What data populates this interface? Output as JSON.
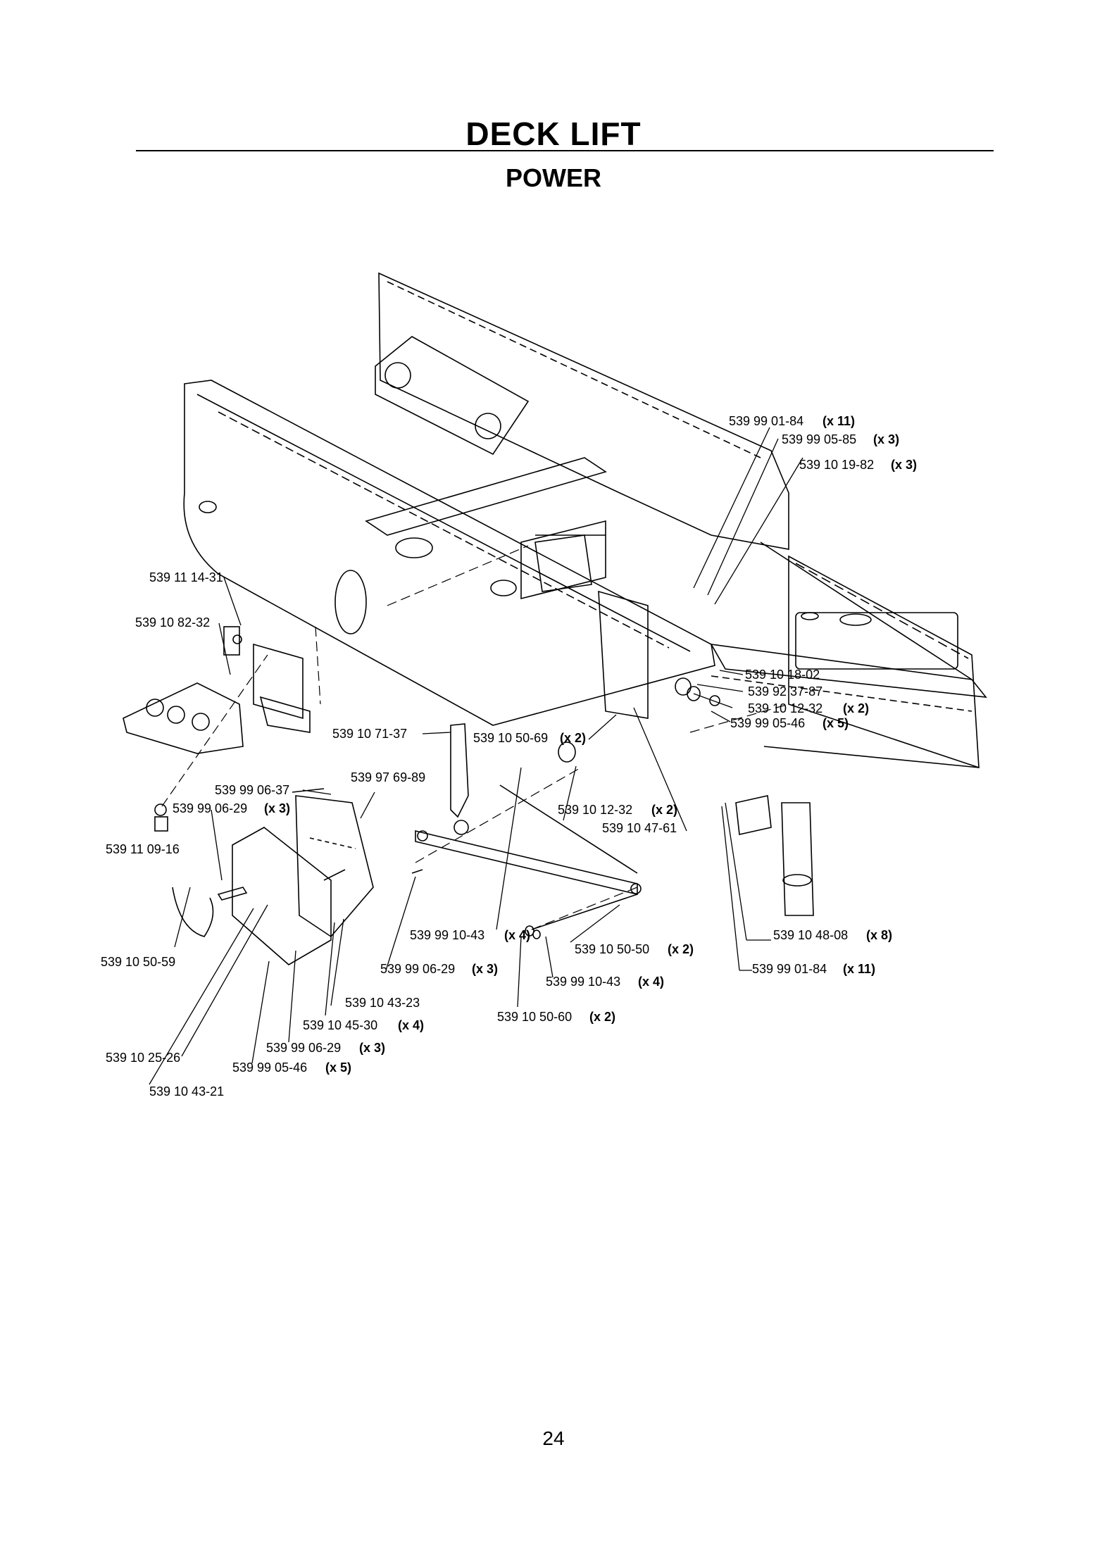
{
  "header": {
    "title": "DECK LIFT",
    "subtitle": "POWER"
  },
  "callouts": [
    {
      "id": "c1",
      "label": "539 99 01-84",
      "qty": "(x 11)"
    },
    {
      "id": "c2",
      "label": "539 99 05-85",
      "qty": "(x 3)"
    },
    {
      "id": "c3",
      "label": "539 10 19-82",
      "qty": "(x 3)"
    },
    {
      "id": "c4",
      "label": "539 11 14-31",
      "qty": ""
    },
    {
      "id": "c5",
      "label": "539 10 82-32",
      "qty": ""
    },
    {
      "id": "c6",
      "label": "539 10 18-02",
      "qty": ""
    },
    {
      "id": "c7",
      "label": "539 92 37-87",
      "qty": ""
    },
    {
      "id": "c8",
      "label": "539 10 12-32",
      "qty": "(x 2)"
    },
    {
      "id": "c9",
      "label": "539 99 05-46",
      "qty": "(x 5)"
    },
    {
      "id": "c10",
      "label": "539 10 71-37",
      "qty": ""
    },
    {
      "id": "c11",
      "label": "539 10 50-69",
      "qty": "(x 2)"
    },
    {
      "id": "c12",
      "label": "539 97 69-89",
      "qty": ""
    },
    {
      "id": "c13",
      "label": "539 99 06-37",
      "qty": ""
    },
    {
      "id": "c14",
      "label": "539 99 06-29",
      "qty": "(x 3)"
    },
    {
      "id": "c15",
      "label": "539 10 12-32",
      "qty": "(x 2)"
    },
    {
      "id": "c16",
      "label": "539 10 47-61",
      "qty": ""
    },
    {
      "id": "c17",
      "label": "539 11 09-16",
      "qty": ""
    },
    {
      "id": "c18",
      "label": "539 99 10-43",
      "qty": "(x 4)"
    },
    {
      "id": "c19",
      "label": "539 10 50-50",
      "qty": "(x 2)"
    },
    {
      "id": "c20",
      "label": "539 10 48-08",
      "qty": "(x 8)"
    },
    {
      "id": "c21",
      "label": "539 99 01-84",
      "qty": "(x 11)"
    },
    {
      "id": "c22",
      "label": "539 10 50-59",
      "qty": ""
    },
    {
      "id": "c23",
      "label": "539 99 06-29",
      "qty": "(x 3)"
    },
    {
      "id": "c24",
      "label": "539 99 10-43",
      "qty": "(x 4)"
    },
    {
      "id": "c25",
      "label": "539 10 43-23",
      "qty": ""
    },
    {
      "id": "c26",
      "label": "539 10 50-60",
      "qty": "(x 2)"
    },
    {
      "id": "c27",
      "label": "539 10 45-30",
      "qty": "(x 4)"
    },
    {
      "id": "c28",
      "label": "539 99 06-29",
      "qty": "(x 3)"
    },
    {
      "id": "c29",
      "label": "539 10 25-26",
      "qty": ""
    },
    {
      "id": "c30",
      "label": "539 99 05-46",
      "qty": "(x 5)"
    },
    {
      "id": "c31",
      "label": "539 10 43-21",
      "qty": ""
    }
  ],
  "footer": {
    "page_number": "24"
  }
}
